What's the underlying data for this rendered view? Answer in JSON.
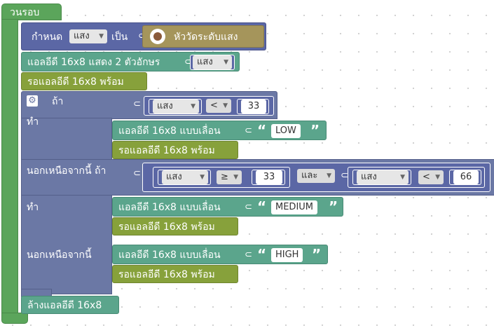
{
  "loop": {
    "label": "วนรอบ"
  },
  "set_block": {
    "label": "กำหนด",
    "variable": "แสง",
    "to_label": "เป็น",
    "sensor_label": "หัววัดระดับแสง"
  },
  "show_block": {
    "label": "แอลอีดี 16x8 แสดง 2 ตัวอักษร",
    "variable": "แสง"
  },
  "wait_label": "รอแอลอีดี 16x8 พร้อม",
  "if_block": {
    "if_label": "ถ้า",
    "do_label": "ทำ",
    "elseif_label": "นอกเหนือจากนี้ ถ้า",
    "do2_label": "ทำ",
    "else_label": "นอกเหนือจากนี้",
    "cond1": {
      "variable": "แสง",
      "op": "<",
      "value": "33"
    },
    "cond2a": {
      "variable": "แสง",
      "op": "≥",
      "value": "33"
    },
    "and_label": "และ",
    "cond2b": {
      "variable": "แสง",
      "op": "<",
      "value": "66"
    }
  },
  "scroll_label": "แอลอีดี 16x8 แบบเลื่อน",
  "texts": {
    "low": "LOW",
    "medium": "MEDIUM",
    "high": "HIGH"
  },
  "clear_label": "ล้างแอลอีดี 16x8"
}
